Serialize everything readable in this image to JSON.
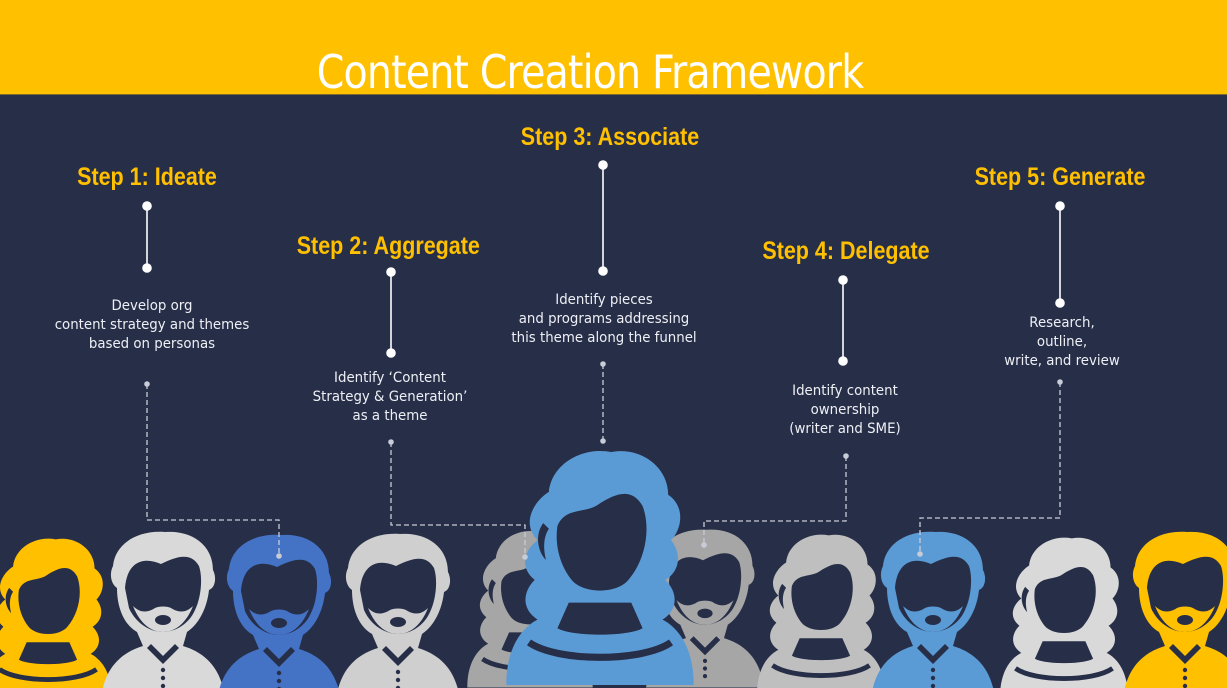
{
  "header": {
    "title": "Content Creation Framework",
    "band_color": "#ffc000",
    "title_color": "#ffffff"
  },
  "colors": {
    "background": "#272e48",
    "accent_yellow": "#ffc000",
    "blue_primary": "#5b9bd5",
    "blue_dark": "#4472c4",
    "gray_light": "#d9d9d9",
    "gray_mid": "#bfbfbf",
    "gray_dark": "#a6a6a6"
  },
  "steps": [
    {
      "title": "Step 1: Ideate",
      "description": "Develop org\ncontent strategy and themes\nbased on personas"
    },
    {
      "title": "Step 2: Aggregate",
      "description": "Identify ‘Content\nStrategy & Generation’\nas a theme"
    },
    {
      "title": "Step 3: Associate",
      "description": "Identify pieces\nand programs addressing\nthis theme along the funnel"
    },
    {
      "title": "Step 4: Delegate",
      "description": "Identify content\nownership\n(writer and SME)"
    },
    {
      "title": "Step 5: Generate",
      "description": "Research,\noutline,\nwrite, and review"
    }
  ],
  "people": [
    {
      "type": "woman",
      "color": "#ffc000"
    },
    {
      "type": "man",
      "color": "#d9d9d9"
    },
    {
      "type": "man",
      "color": "#4472c4"
    },
    {
      "type": "man",
      "color": "#d0d0d0"
    },
    {
      "type": "woman",
      "color": "#a6a6a6"
    },
    {
      "type": "woman",
      "color": "#5b9bd5",
      "highlighted": true
    },
    {
      "type": "man",
      "color": "#a6a6a6"
    },
    {
      "type": "woman",
      "color": "#bfbfbf"
    },
    {
      "type": "man",
      "color": "#5b9bd5"
    },
    {
      "type": "woman",
      "color": "#d9d9d9"
    },
    {
      "type": "man",
      "color": "#ffc000"
    }
  ]
}
